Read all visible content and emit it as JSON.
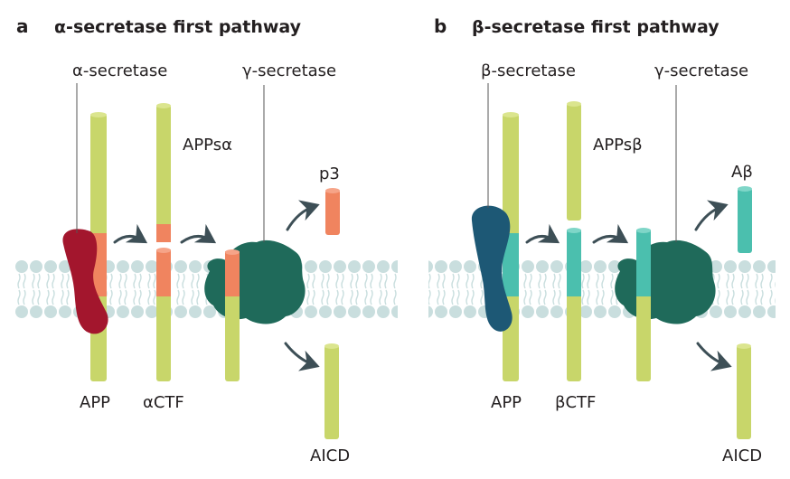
{
  "colors": {
    "app_rod": "#c8d66a",
    "app_rod_top": "#dbe58e",
    "alpha_enzyme": "#a3162d",
    "alpha_segment": "#f0845f",
    "beta_enzyme": "#1d5875",
    "beta_segment": "#4bbfae",
    "gamma_enzyme": "#1f6a5a",
    "membrane_head": "#c8dcdc",
    "membrane_tail": "#c8dcdc",
    "arrow": "#3d4f56"
  },
  "panel_a": {
    "letter": "a",
    "title": "α-secretase first pathway",
    "labels": {
      "enzyme": "α-secretase",
      "gamma": "γ-secretase",
      "soluble": "APPsα",
      "peptide": "p3",
      "app": "APP",
      "ctf": "αCTF",
      "aicd": "AICD"
    }
  },
  "panel_b": {
    "letter": "b",
    "title": "β-secretase first pathway",
    "labels": {
      "enzyme": "β-secretase",
      "gamma": "γ-secretase",
      "soluble": "APPsβ",
      "peptide": "Aβ",
      "app": "APP",
      "ctf": "βCTF",
      "aicd": "AICD"
    }
  }
}
